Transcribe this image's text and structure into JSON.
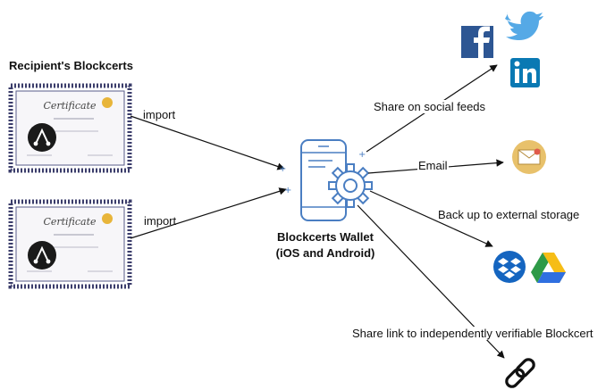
{
  "diagram": {
    "recipient_title": "Recipient's Blockcerts",
    "wallet_title_line1": "Blockcerts Wallet",
    "wallet_title_line2": "(iOS and Android)",
    "certificate": {
      "heading": "Certificate"
    },
    "edges": {
      "import_top": "import",
      "import_bottom": "import",
      "share_social": "Share on social feeds",
      "email": "Email",
      "backup": "Back up to external storage",
      "share_link": "Share link to independently verifiable Blockcert"
    },
    "icons": {
      "facebook": "facebook-icon",
      "twitter": "twitter-icon",
      "linkedin": "linkedin-icon",
      "email": "email-icon",
      "dropbox": "dropbox-icon",
      "drive": "google-drive-icon",
      "link": "chain-link-icon"
    },
    "colors": {
      "facebook": "#2d5693",
      "twitter": "#55a9e6",
      "linkedin": "#0a79b3",
      "wallet_blue": "#4a7ec2",
      "email_gold": "#e8c16b",
      "dropbox": "#1565c0",
      "drive_green": "#2e9a48",
      "drive_yellow": "#f6bd16",
      "drive_blue": "#2f6fe0",
      "cert_frame": "#3b3d6b"
    }
  }
}
